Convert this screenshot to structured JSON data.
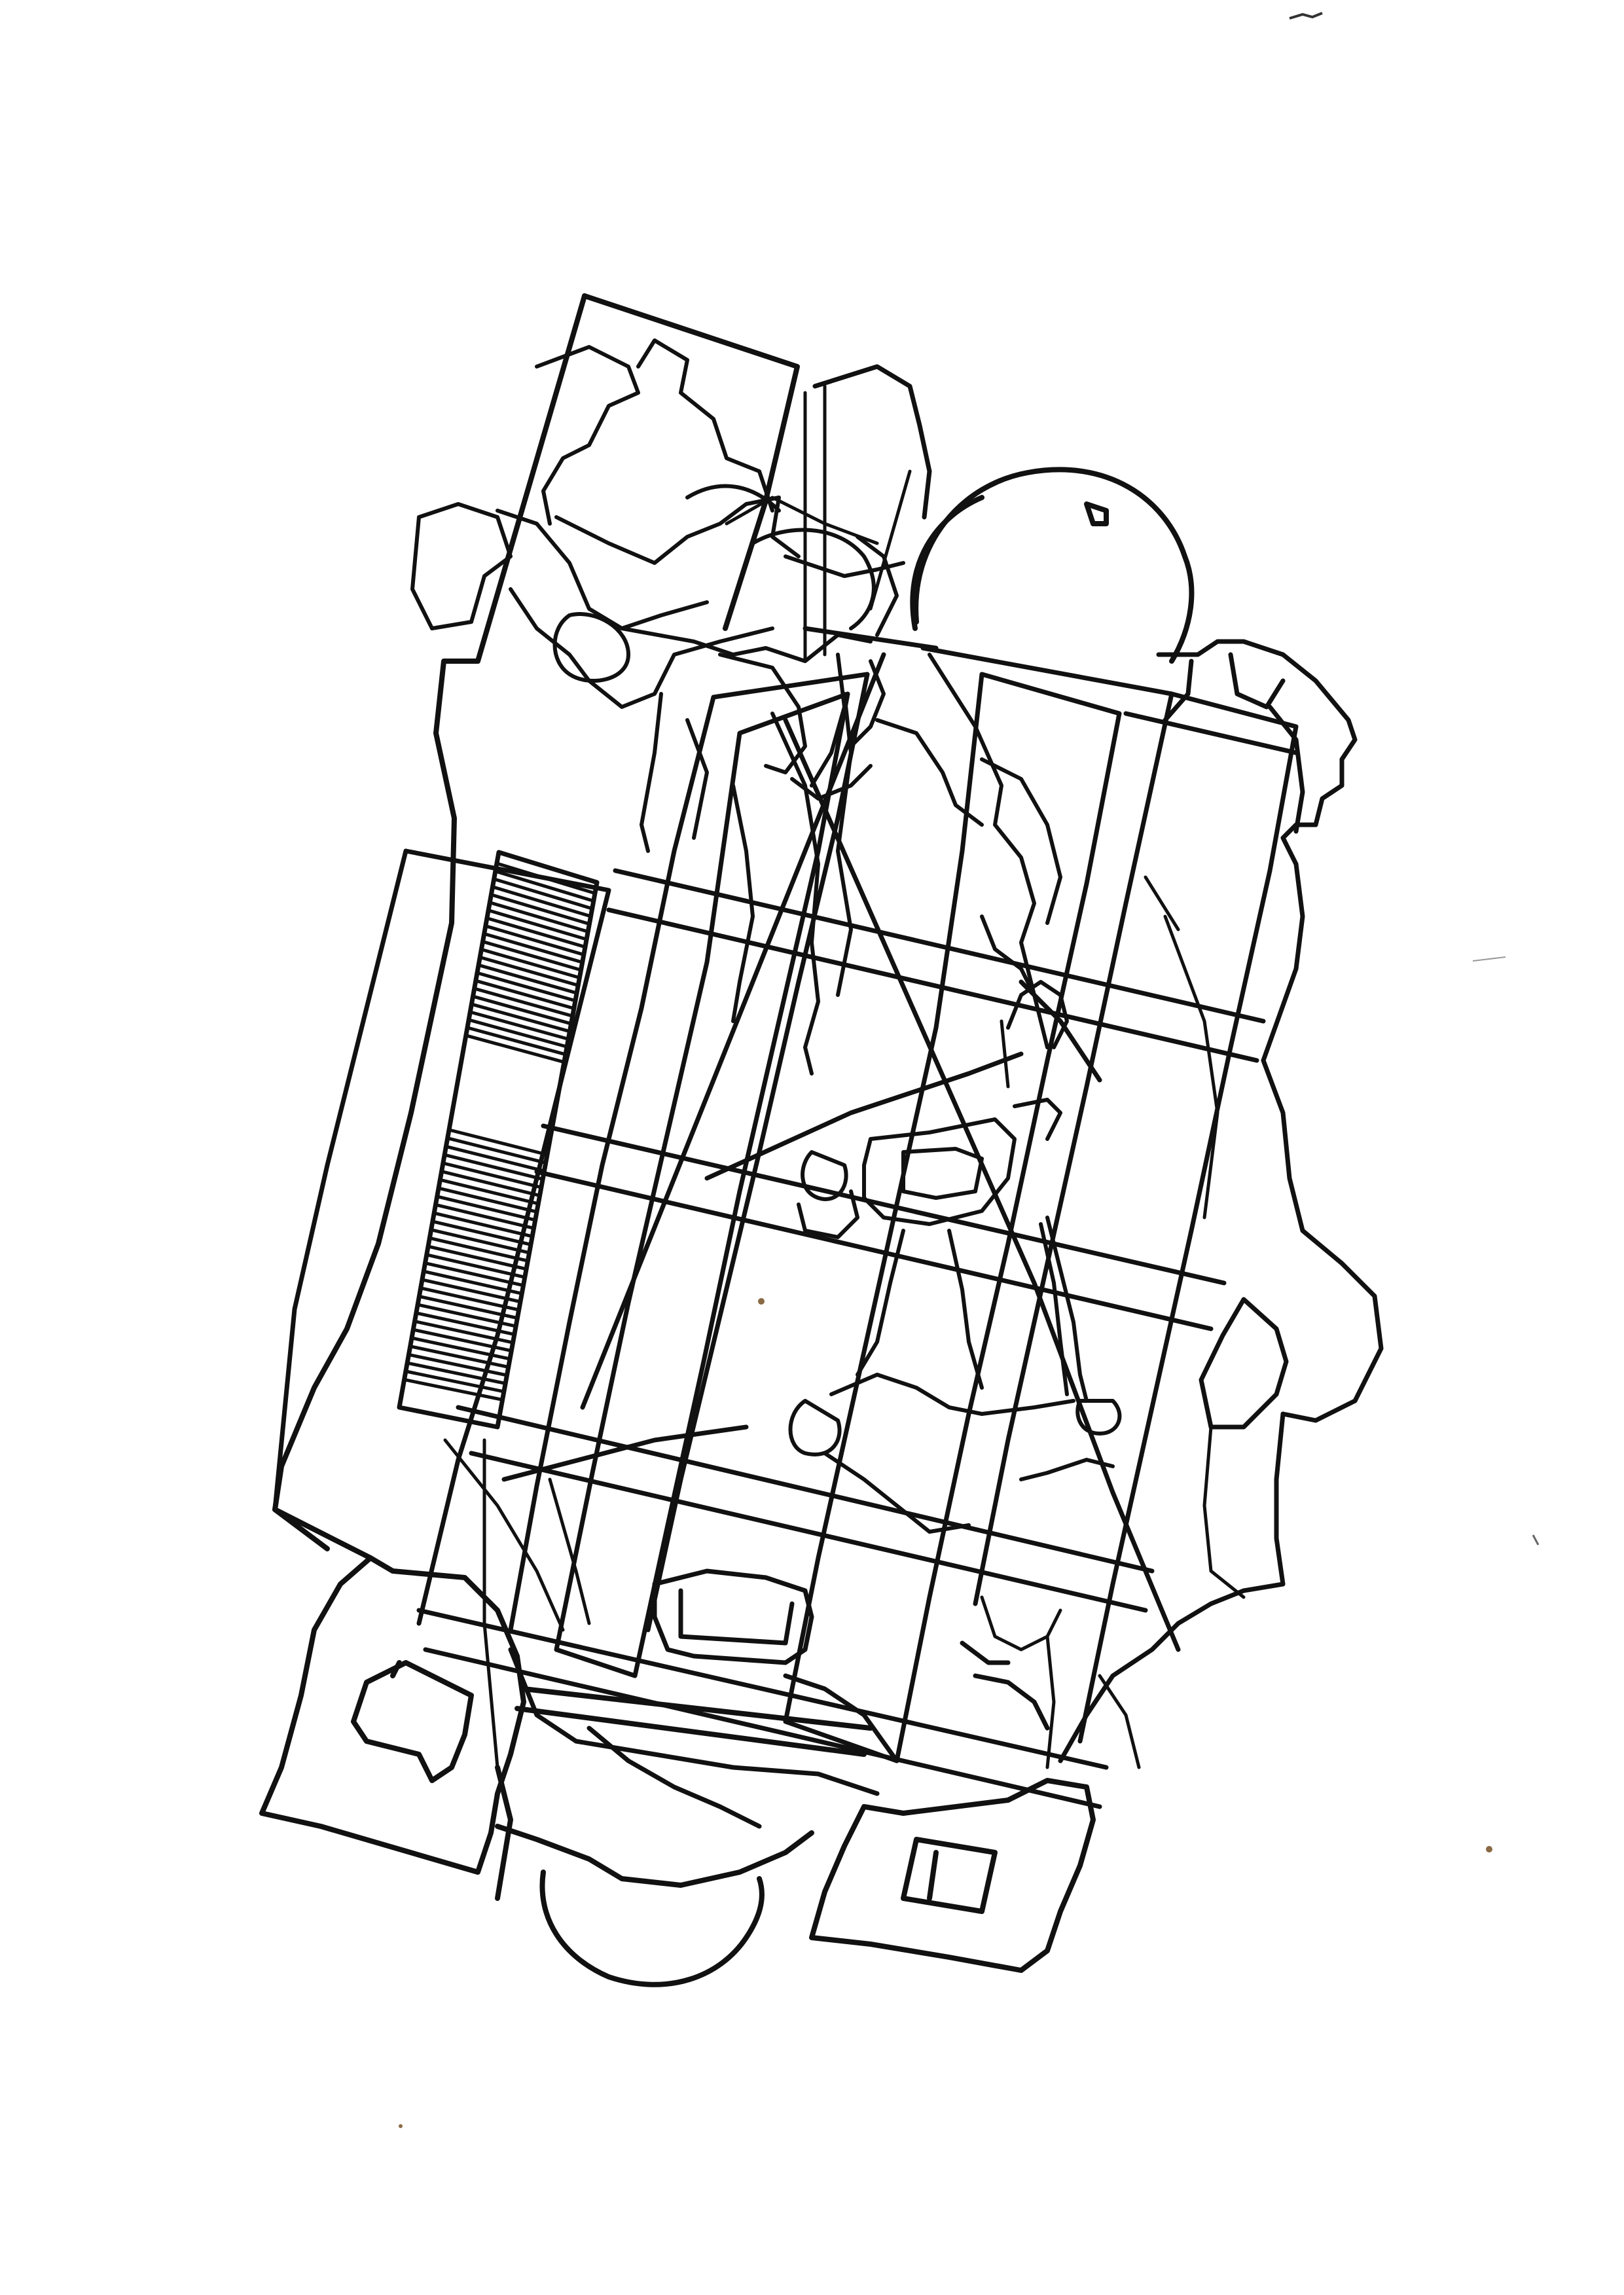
{
  "drawing": {
    "paper_color": "#ffffff",
    "ink_color": "#111111",
    "speck_color": "#8a6a45",
    "elements": [
      "outer-outline-frame",
      "building-outline",
      "grid-rectangles",
      "stair-ladder",
      "circular-apse",
      "bottom-rooms",
      "bottom-rounded-apse",
      "skeletal-figures",
      "crossing-lines",
      "paper-specks"
    ]
  }
}
